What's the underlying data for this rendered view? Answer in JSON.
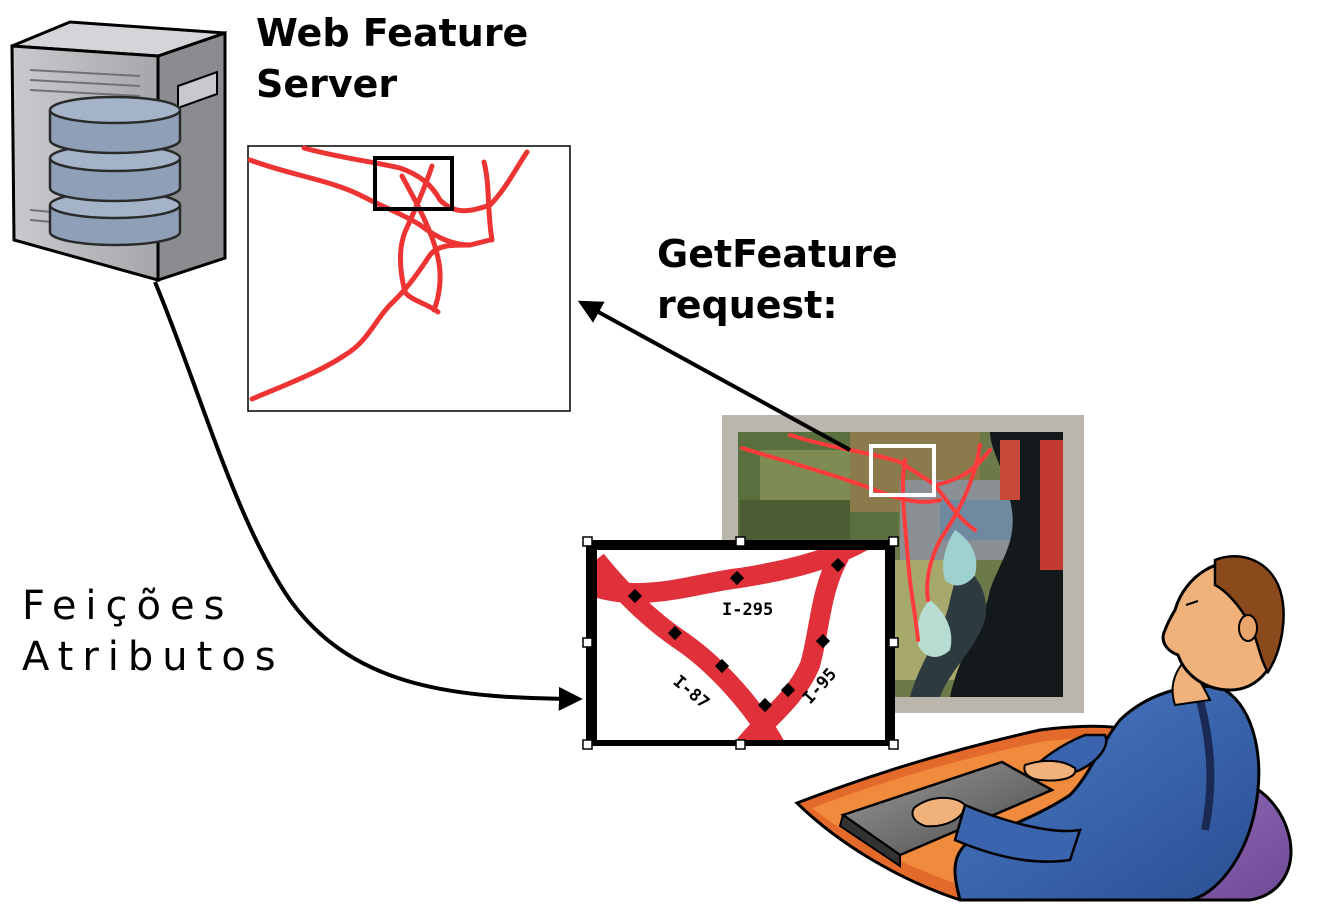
{
  "server": {
    "title_line1": "Web Feature",
    "title_line2": "Server"
  },
  "request": {
    "line1": "GetFeature",
    "line2": "request:"
  },
  "response": {
    "line1": "Feições",
    "line2": "Atributos"
  },
  "roads": {
    "label_a": "I-295",
    "label_b": "I-87",
    "label_c": "I-95"
  },
  "colors": {
    "road_red": "#ee3333",
    "road_dark_red": "#e0303a",
    "server_gray": "#b5b6ba",
    "database_blue": "#8f9fb7",
    "frame_gray": "#bab6ad",
    "user_shirt": "#3a64ad",
    "desk_orange": "#e46a2b",
    "chair_purple": "#8c62b0"
  }
}
